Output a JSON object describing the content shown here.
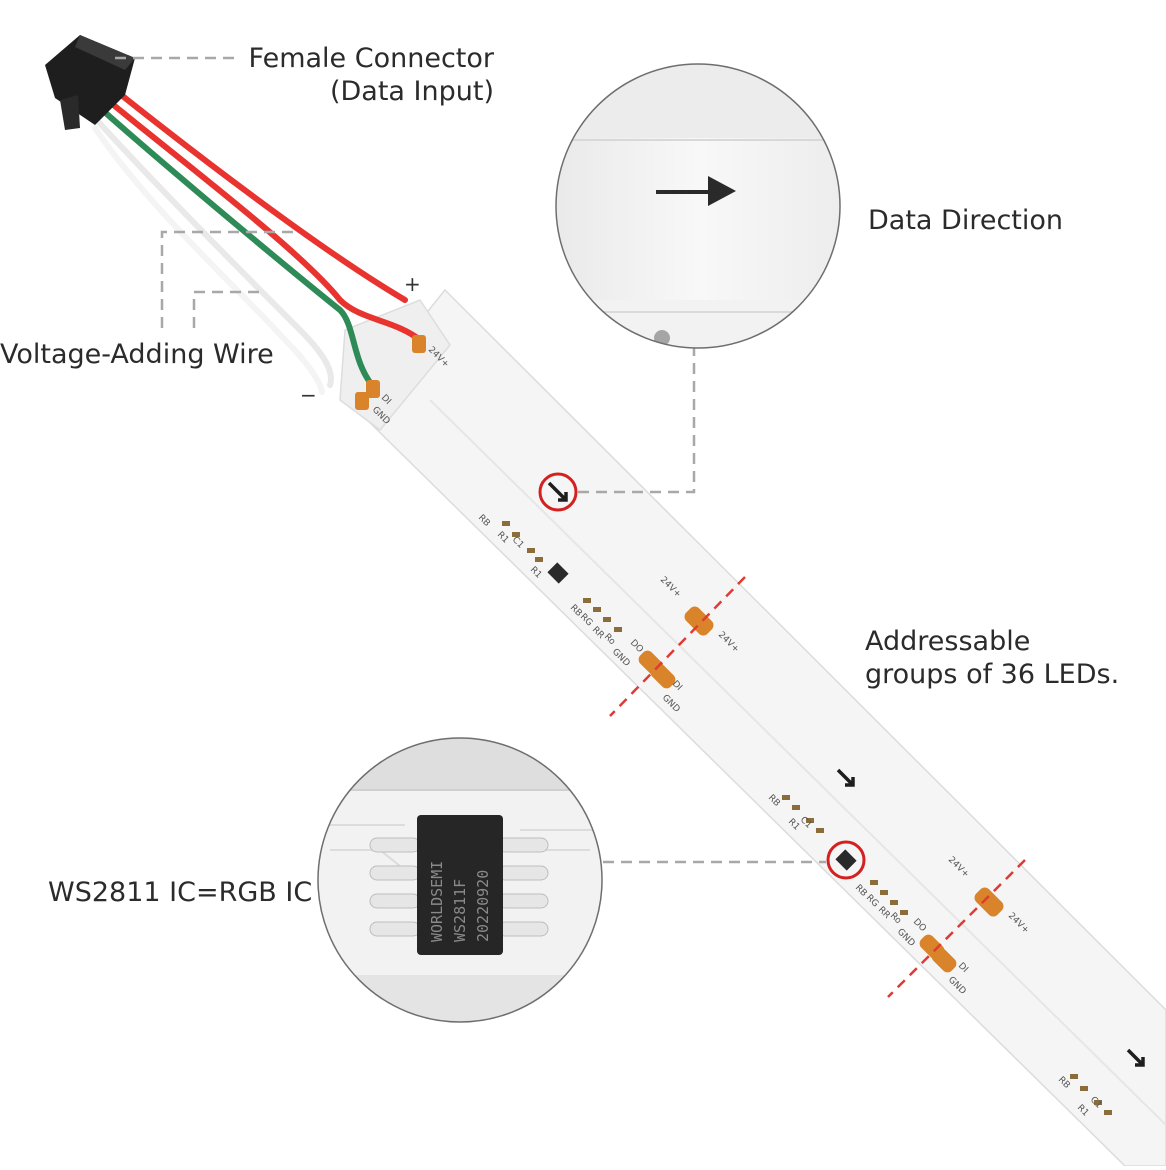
{
  "labels": {
    "female_connector": [
      "Female Connector",
      "(Data Input)"
    ],
    "voltage_adding_wire": "Voltage-Adding Wire",
    "data_direction": "Data Direction",
    "addressable_groups": [
      "Addressable",
      "groups of 36 LEDs."
    ],
    "ws2811_ic": "WS2811 IC=RGB IC"
  },
  "pads": {
    "v24": "24V+",
    "di": "DI",
    "do": "DO",
    "gnd": "GND"
  },
  "components": {
    "rb": "RB",
    "rg": "RG",
    "rr": "RR",
    "ro": "Ro",
    "r1": "R1",
    "c1": "C1"
  },
  "wire_marks": {
    "plus": "+",
    "minus": "−"
  },
  "chip": {
    "line1": "WORLDSEMI",
    "line2": "WS2811F",
    "line3": "20220920"
  },
  "colors": {
    "wire_red": "#e8332f",
    "wire_green": "#2e8b57",
    "wire_white": "#f2f2f2",
    "pad_copper": "#d9842a",
    "cut_line": "#e03a33",
    "leader_line": "#a8a8a8",
    "strip": "#f4f4f4"
  }
}
